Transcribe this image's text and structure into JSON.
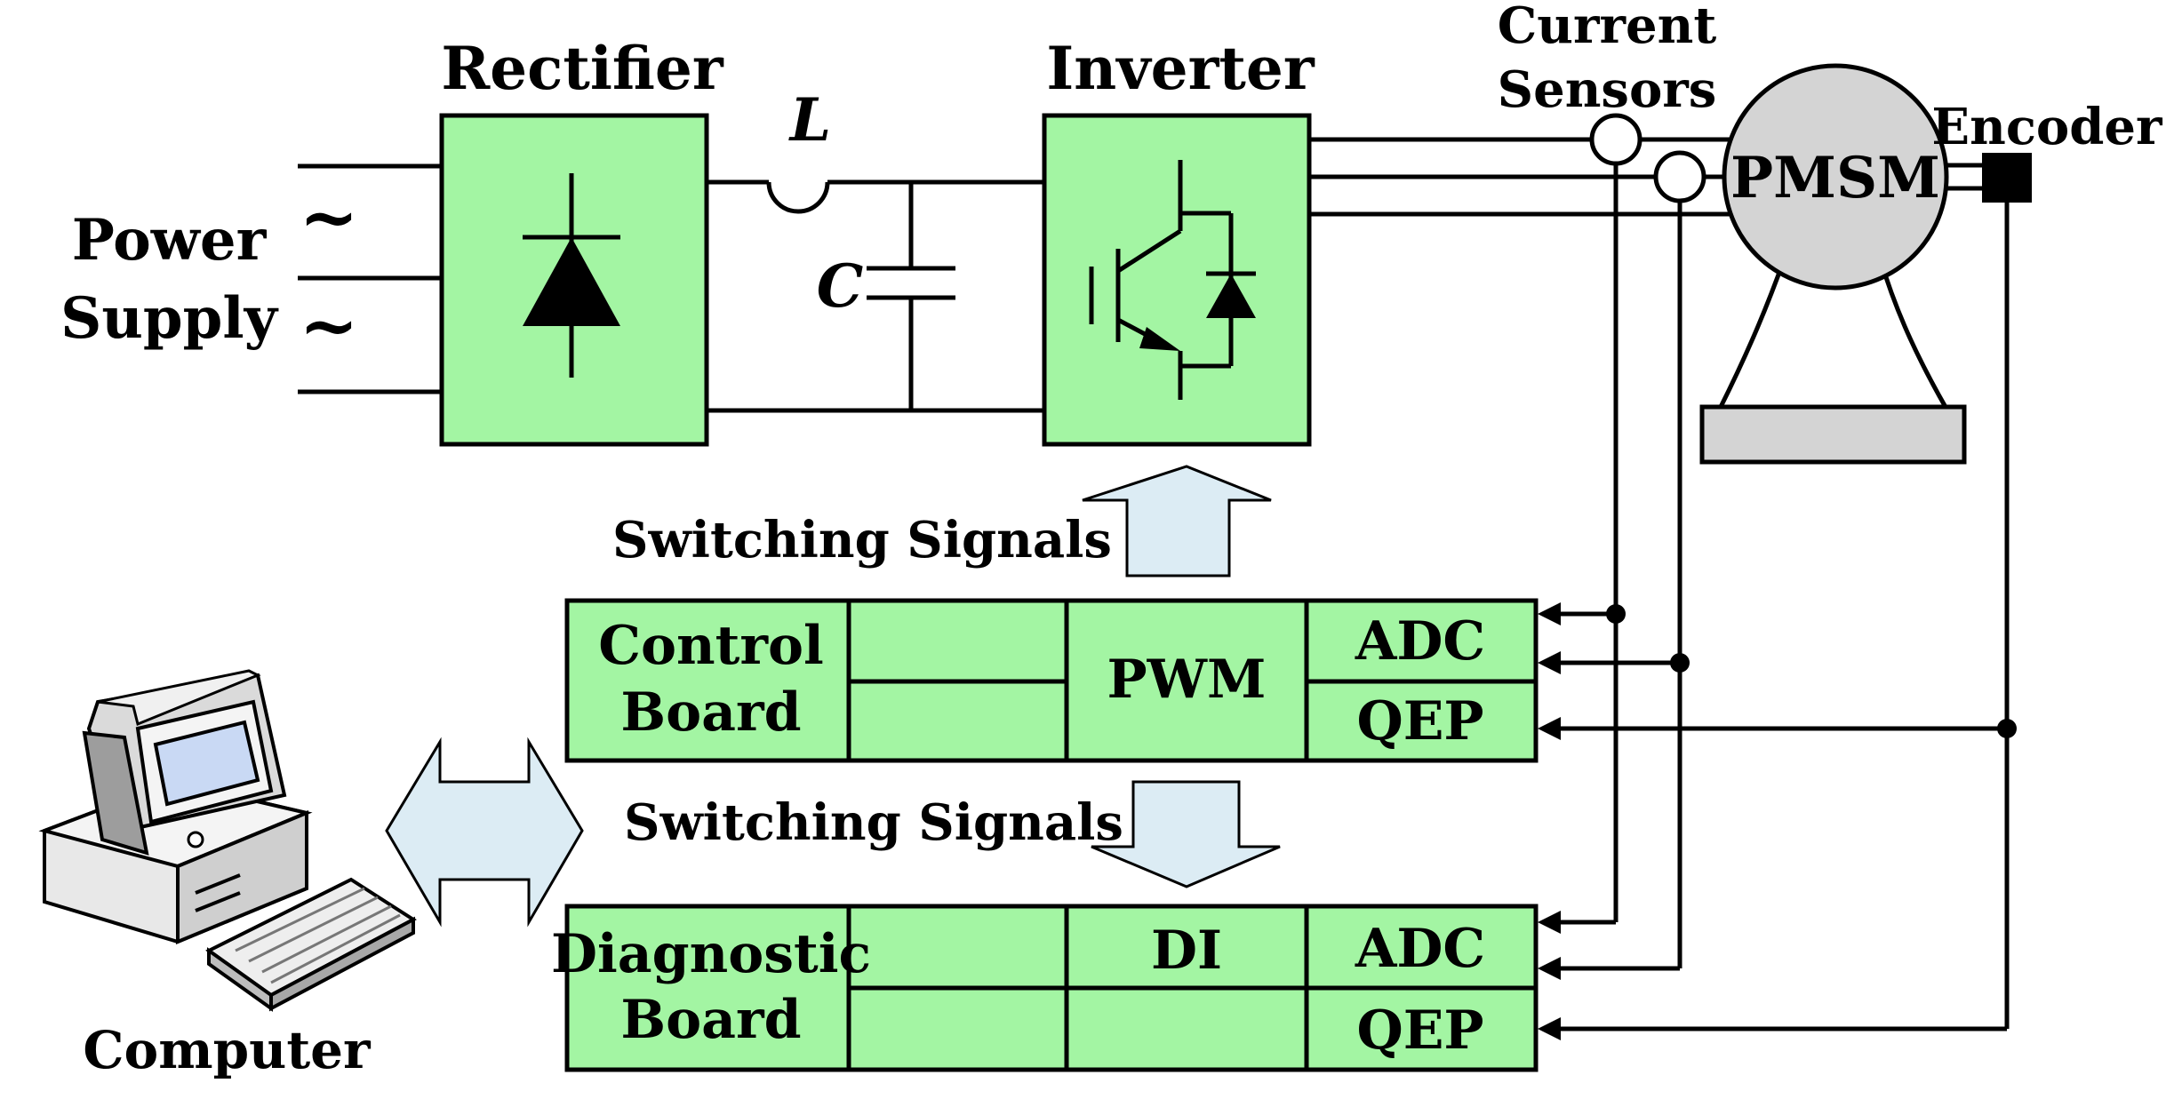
{
  "labels": {
    "power_supply_line1": "Power",
    "power_supply_line2": "Supply",
    "tilde": "~",
    "rectifier": "Rectifier",
    "inductor": "L",
    "capacitor": "C",
    "inverter": "Inverter",
    "current_sensors_line1": "Current",
    "current_sensors_line2": "Sensors",
    "motor": "PMSM",
    "encoder": "Encoder",
    "switching_signals_top": "Switching Signals",
    "switching_signals_bottom": "Switching Signals",
    "computer": "Computer"
  },
  "control_board": {
    "title_line1": "Control",
    "title_line2": "Board",
    "pwm": "PWM",
    "adc": "ADC",
    "qep": "QEP"
  },
  "diagnostic_board": {
    "title_line1": "Diagnostic",
    "title_line2": "Board",
    "di": "DI",
    "adc": "ADC",
    "qep": "QEP"
  },
  "colors": {
    "block_fill": "#a3f5a3",
    "arrow_fill": "#dcecf4",
    "motor_fill": "#d4d4d4",
    "line": "#000000"
  }
}
